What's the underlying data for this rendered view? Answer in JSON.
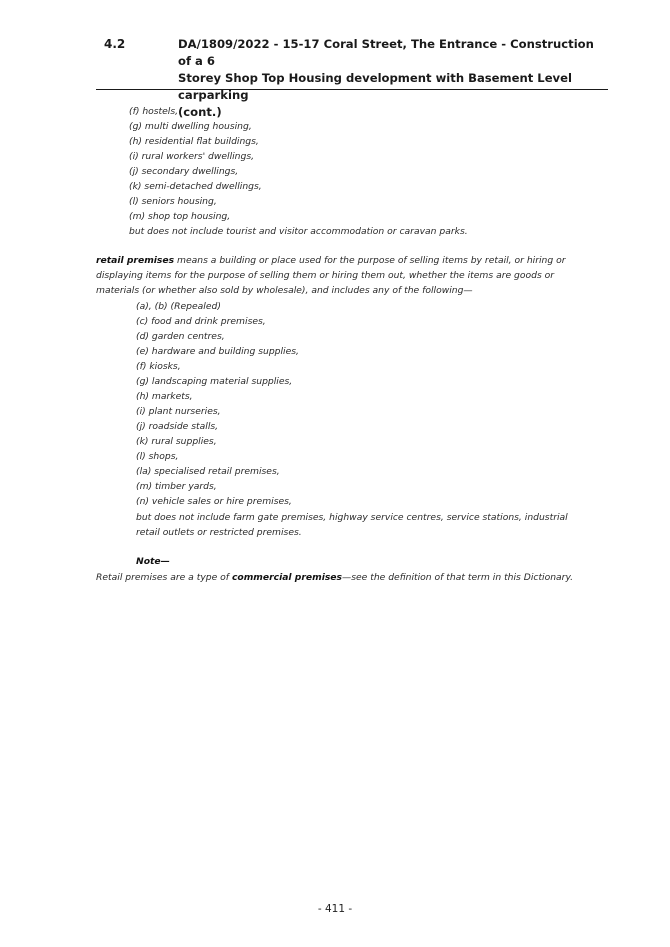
{
  "header": {
    "item_number": "4.2",
    "title": "DA/1809/2022 - 15-17 Coral Street, The Entrance - Construction of a 6\nStorey Shop Top Housing development with Basement Level carparking\n(cont.)"
  },
  "list_continued": [
    "(f)  hostels,",
    "(g)  multi dwelling housing,",
    "(h)  residential flat buildings,",
    "(i)  rural workers' dwellings,",
    "(j)  secondary dwellings,",
    "(k)  semi-detached dwellings,",
    "(l)  seniors housing,",
    "(m)  shop top housing,"
  ],
  "list_continued_exclusion": "but does not include tourist and visitor accommodation or caravan parks.",
  "definition": {
    "term": "retail premises",
    "text_line1": " means a building or place used for the purpose of selling items by retail, or hiring or",
    "text_line2": "displaying items for the purpose of selling them or hiring them out, whether the items are goods or",
    "text_line3": "materials (or whether also sold by wholesale), and includes any of the following—"
  },
  "retail_items": [
    "(a), (b)    (Repealed)",
    "(c)  food and drink premises,",
    "(d)  garden centres,",
    "(e)  hardware and building supplies,",
    "(f)  kiosks,",
    "(g)  landscaping material supplies,",
    "(h)  markets,",
    "(i)  plant nurseries,",
    "(j)  roadside stalls,",
    "(k)  rural supplies,",
    "(l)  shops,",
    "(la)  specialised retail premises,",
    "(m)  timber yards,",
    "(n)  vehicle sales or hire premises,"
  ],
  "retail_exclusion_line1": "but does not include farm gate premises, highway service centres, service stations, industrial",
  "retail_exclusion_line2": "retail outlets or restricted premises.",
  "note": {
    "heading": "Note—",
    "text_before": "Retail premises are a type of ",
    "term": "commercial premises",
    "text_after": "—see the definition of that term in this Dictionary."
  },
  "page_number": "- 411 -"
}
